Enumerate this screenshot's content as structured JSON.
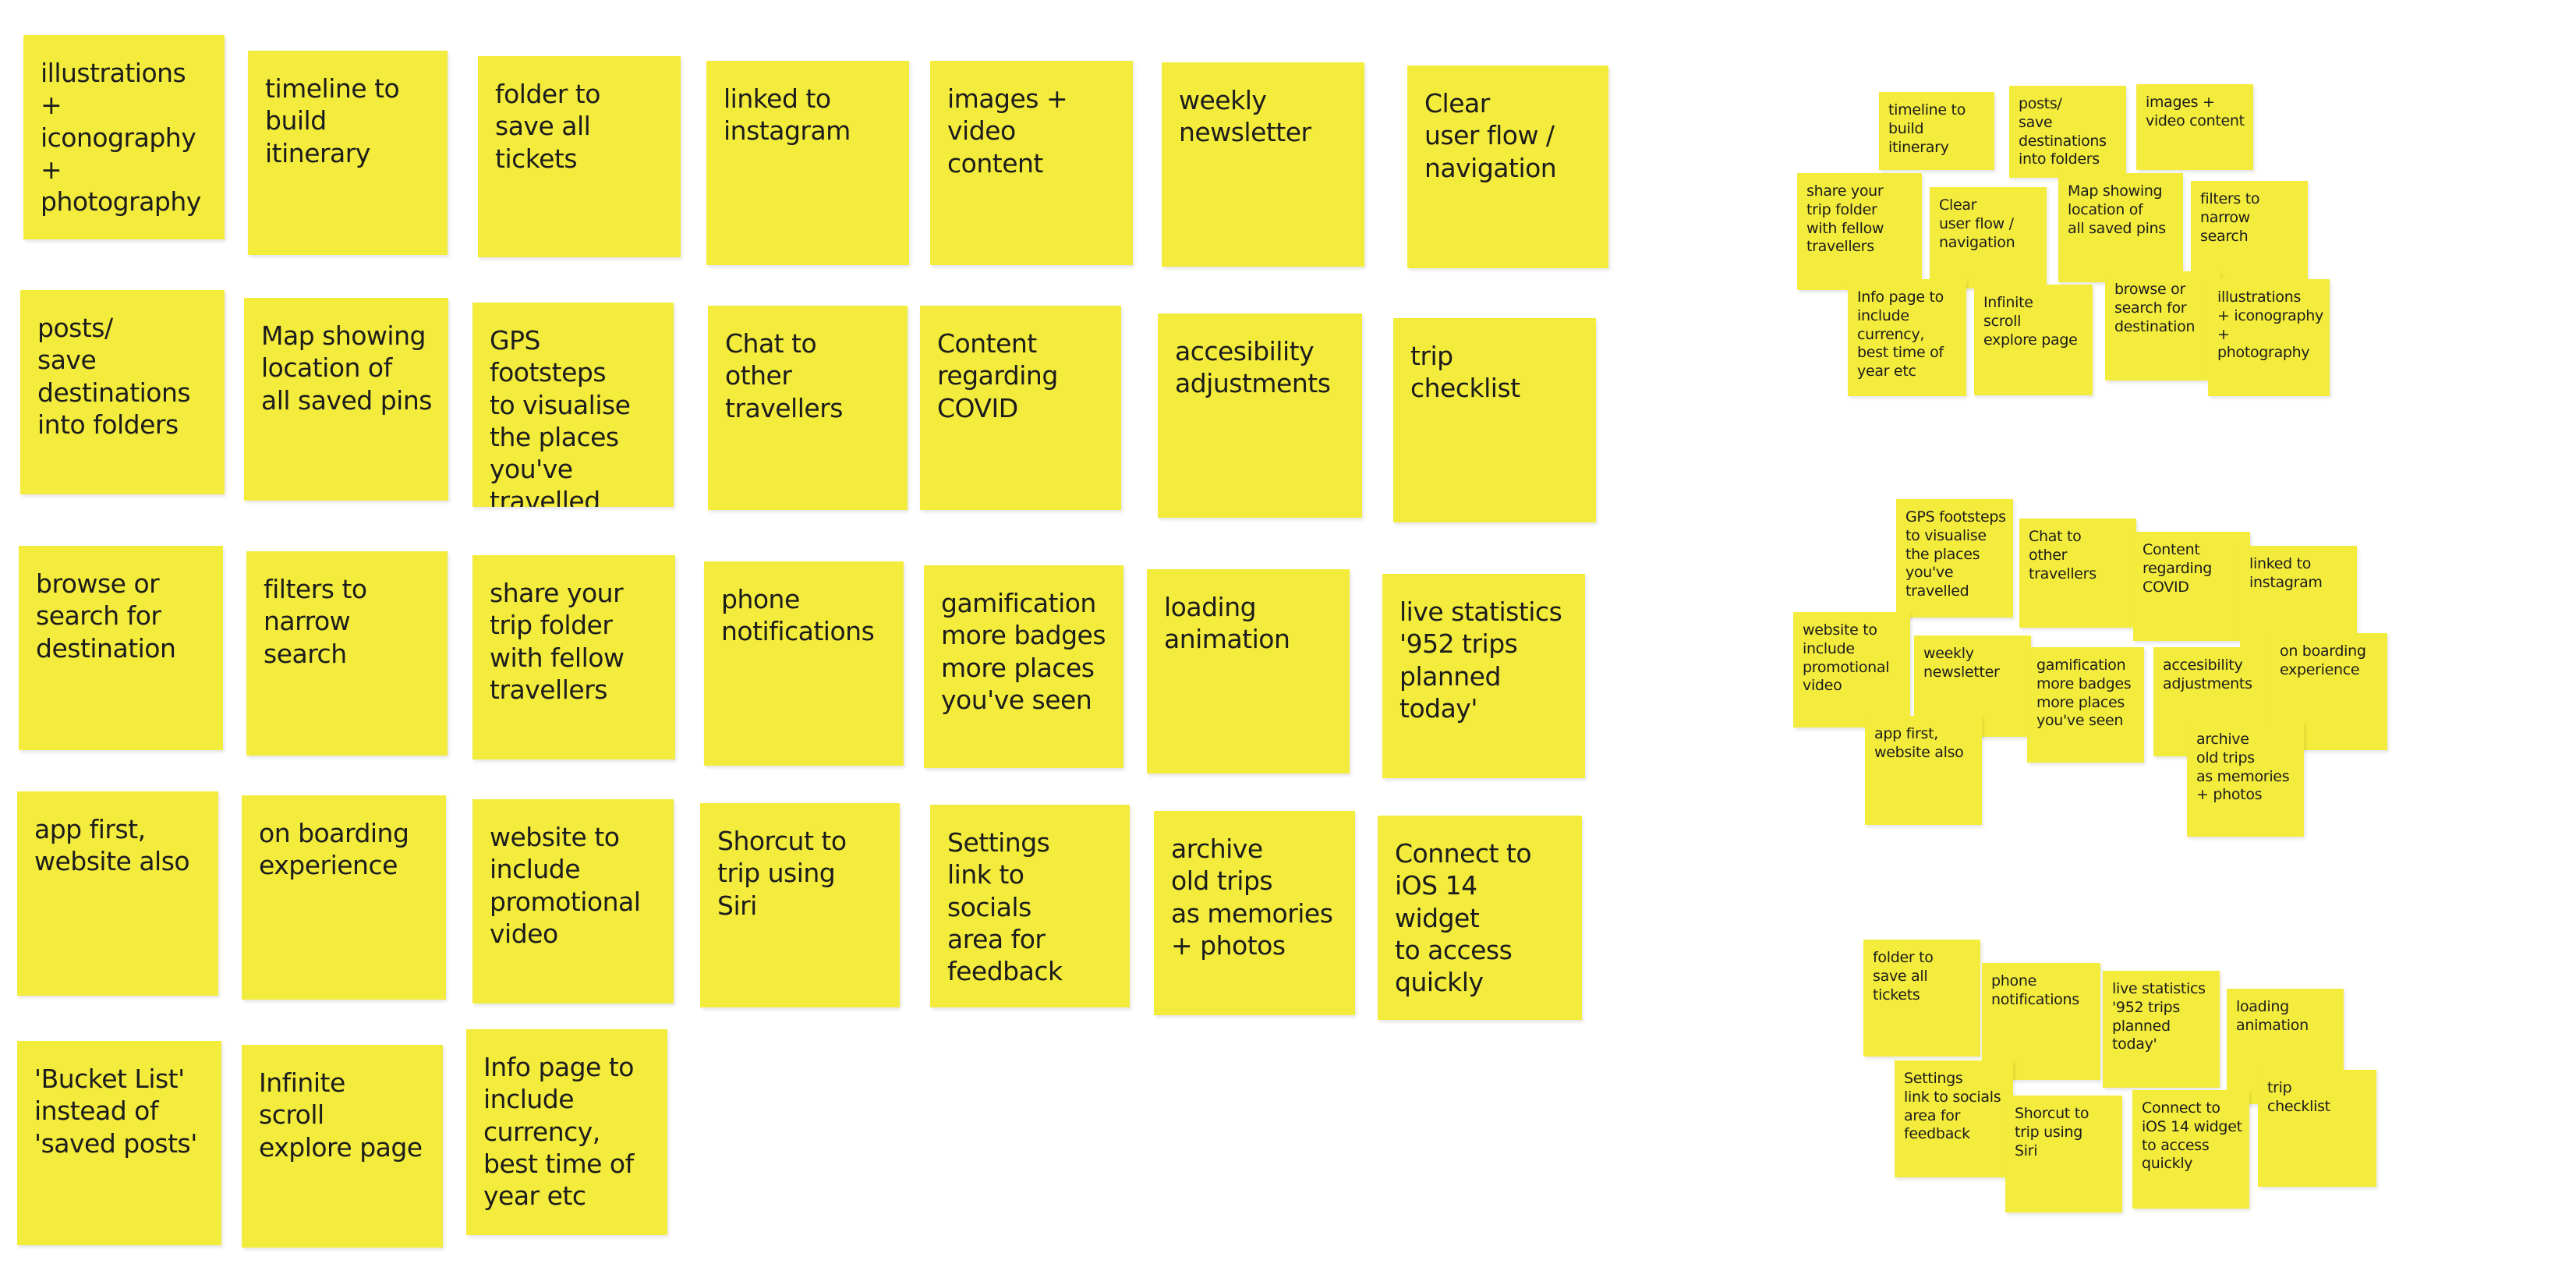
{
  "notes": {
    "illustrations": "illustrations\n+ iconography\n+ photography",
    "timeline": "timeline to\nbuild itinerary",
    "folder_tickets": "folder to\nsave all tickets",
    "linked_instagram": "linked to\ninstagram",
    "images_video": "images +\nvideo content",
    "weekly_newsletter": "weekly\nnewsletter",
    "clear_user_flow": "Clear\nuser flow /\nnavigation",
    "posts_save": "posts/\nsave destinations\ninto folders",
    "map_pins": "Map showing\nlocation of\nall saved pins",
    "gps_footsteps": "GPS footsteps\nto visualise\nthe places\nyou've travelled",
    "chat_travellers": "Chat to\nother\ntravellers",
    "content_covid": "Content\nregarding\nCOVID",
    "accessibility": "accesibility\nadjustments",
    "trip_checklist": "trip\nchecklist",
    "browse_search": "browse or\nsearch for\ndestination",
    "filters": "filters to\nnarrow\nsearch",
    "share_folder": "share your\ntrip folder\nwith fellow\ntravellers",
    "phone_notifications": "phone\nnotifications",
    "gamification": "gamification\nmore badges\nmore places\nyou've seen",
    "loading_animation": "loading\nanimation",
    "live_statistics": "live statistics\n'952 trips\nplanned today'",
    "app_first": "app first,\nwebsite also",
    "on_boarding": "on boarding\nexperience",
    "website_video": "website to\ninclude\npromotional\nvideo",
    "shortcut_siri": "Shorcut to\ntrip using\nSiri",
    "settings_socials": "Settings\nlink to socials\narea for\nfeedback",
    "archive_trips": "archive\nold trips\nas memories\n+ photos",
    "ios_widget": "Connect to\niOS 14 widget\nto access\nquickly",
    "bucket_list": "'Bucket List'\ninstead of\n'saved posts'",
    "infinite_scroll": "Infinite\nscroll\nexplore page",
    "info_page": "Info page to\ninclude currency,\nbest time of\nyear etc"
  },
  "colors": {
    "note": "#f4ec3c",
    "ink": "#1c1c1c",
    "background": "#ffffff"
  }
}
